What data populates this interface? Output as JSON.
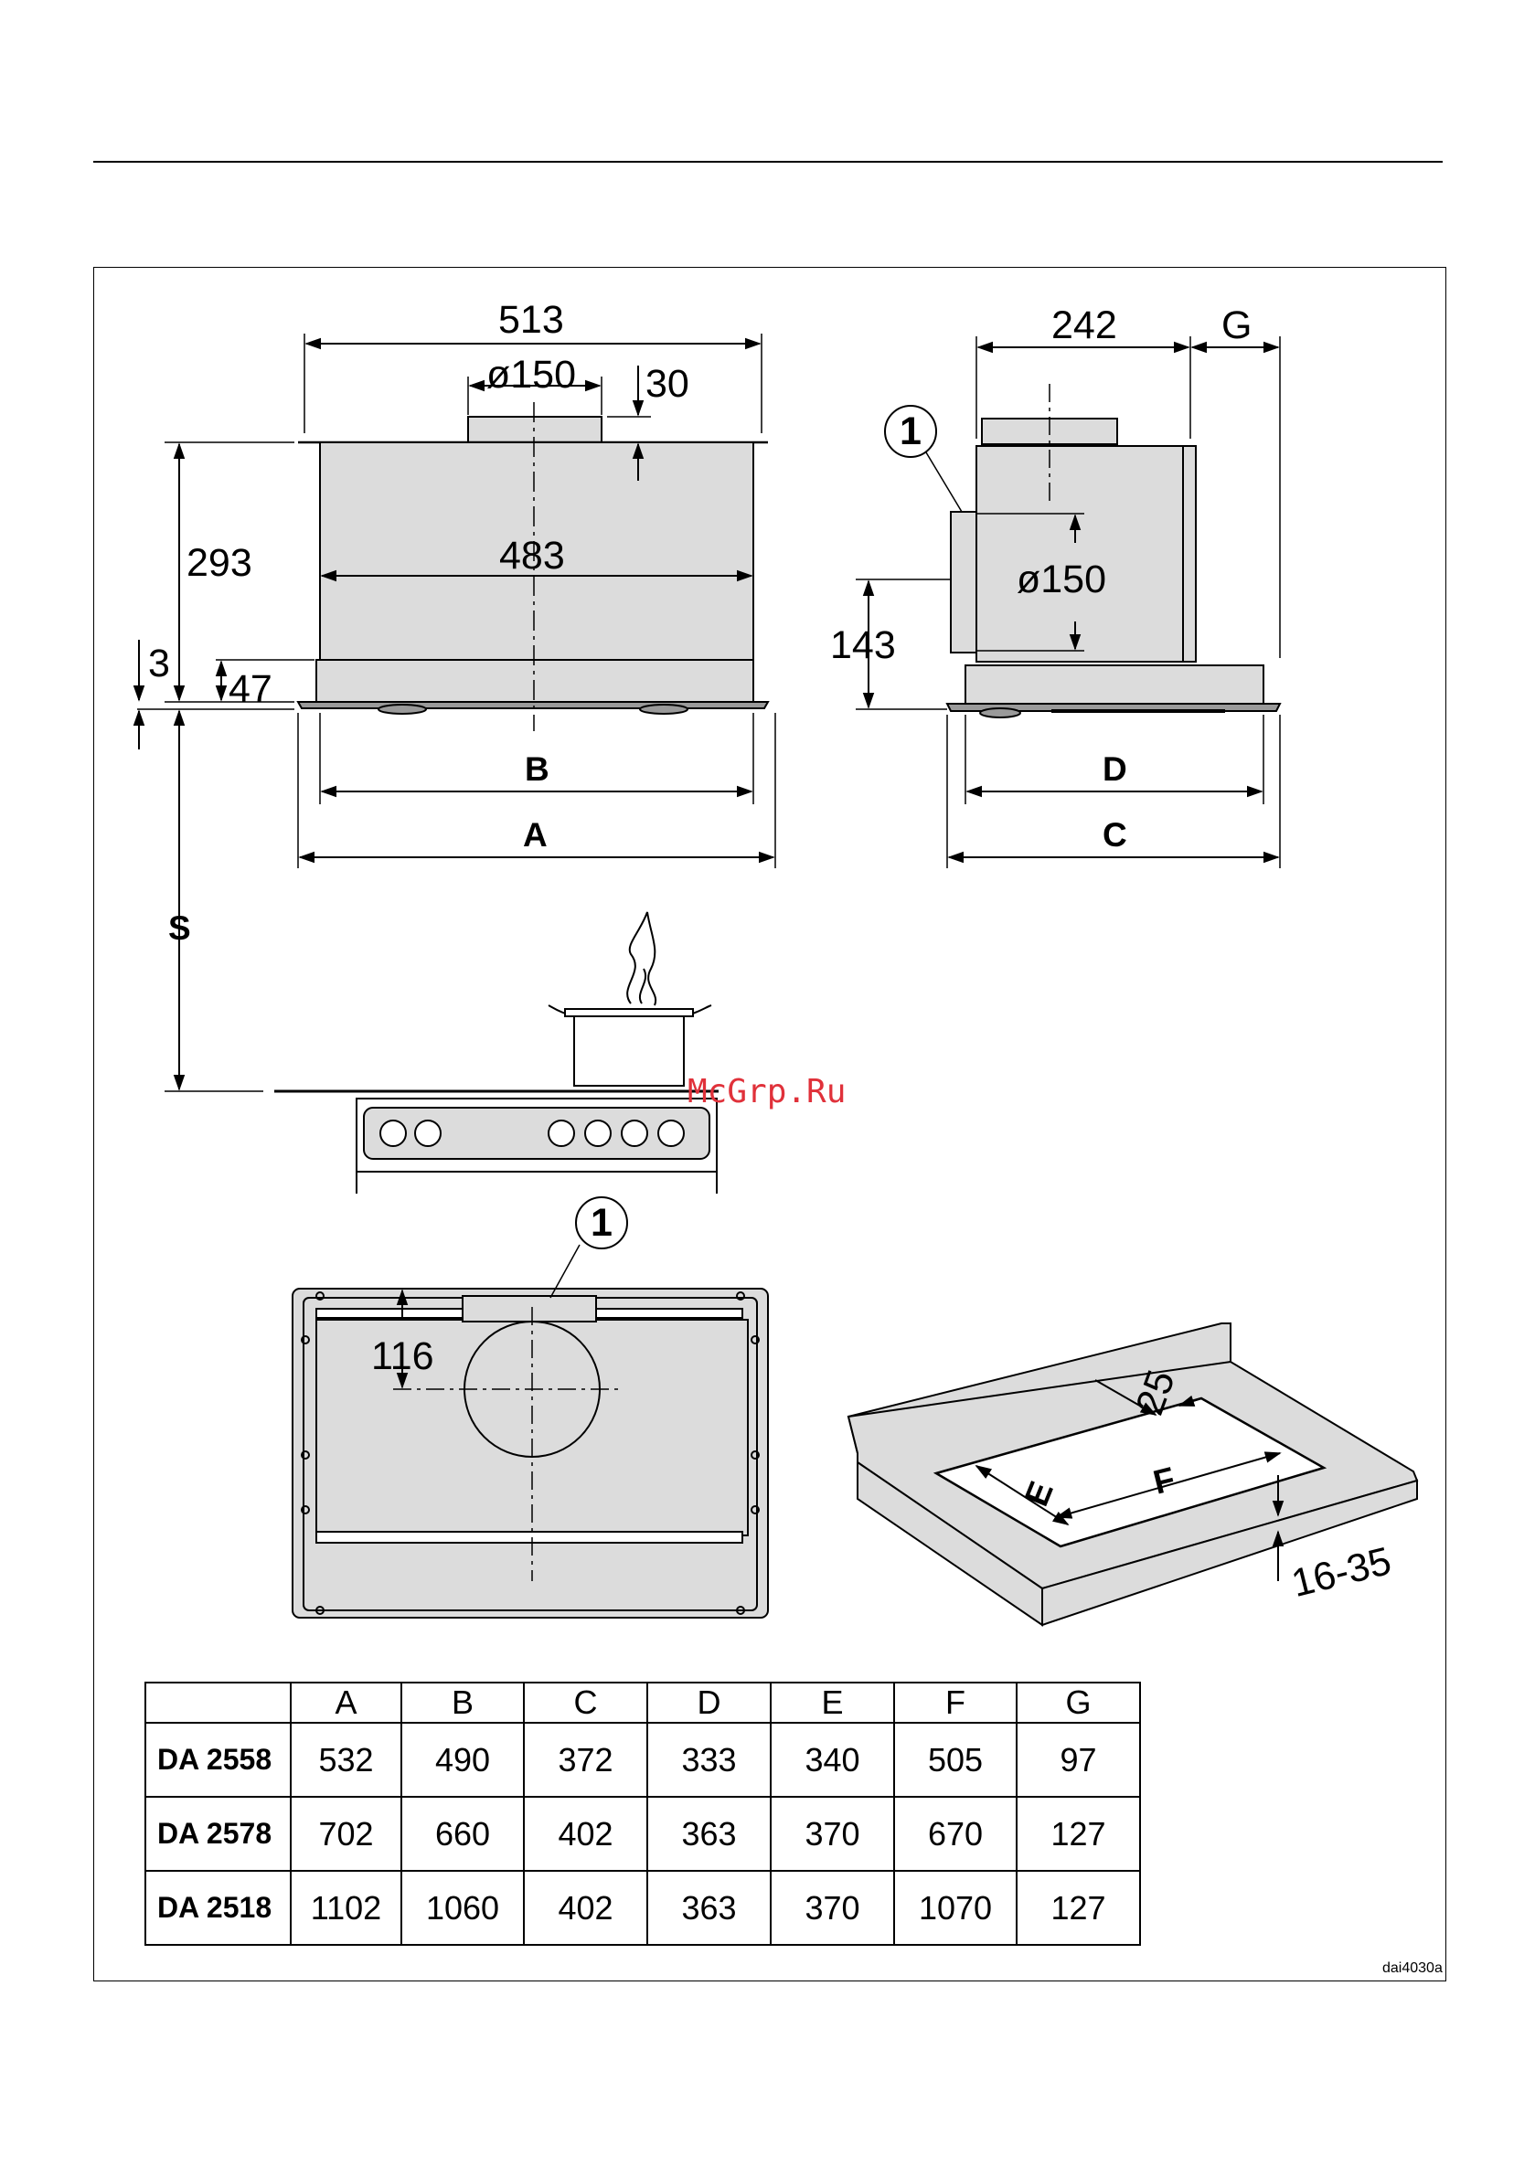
{
  "front_view": {
    "overall_width": "513",
    "duct_diameter": "ø150",
    "duct_height": "30",
    "inner_width": "483",
    "height": "293",
    "base_height": "47",
    "gap": "3",
    "label_b": "B",
    "label_a": "A",
    "label_s": "S"
  },
  "side_view": {
    "depth": "242",
    "label_g": "G",
    "callout": "1",
    "duct_diameter": "ø150",
    "duct_offset": "143",
    "label_d": "D",
    "label_c": "C"
  },
  "top_view": {
    "callout": "1",
    "offset": "116"
  },
  "cutout_view": {
    "margin": "25",
    "label_e": "E",
    "label_f": "F",
    "thickness": "16-35"
  },
  "watermark": "McGrp.Ru",
  "drawing_code": "dai4030a",
  "table": {
    "headers": [
      "",
      "A",
      "B",
      "C",
      "D",
      "E",
      "F",
      "G"
    ],
    "rows": [
      {
        "model": "DA 2558",
        "values": [
          "532",
          "490",
          "372",
          "333",
          "340",
          "505",
          "97"
        ]
      },
      {
        "model": "DA 2578",
        "values": [
          "702",
          "660",
          "402",
          "363",
          "370",
          "670",
          "127"
        ]
      },
      {
        "model": "DA 2518",
        "values": [
          "1102",
          "1060",
          "402",
          "363",
          "370",
          "1070",
          "127"
        ]
      }
    ]
  },
  "colors": {
    "appliance_fill": "#dcdcdc",
    "line": "#000000",
    "watermark": "#e0313a"
  }
}
